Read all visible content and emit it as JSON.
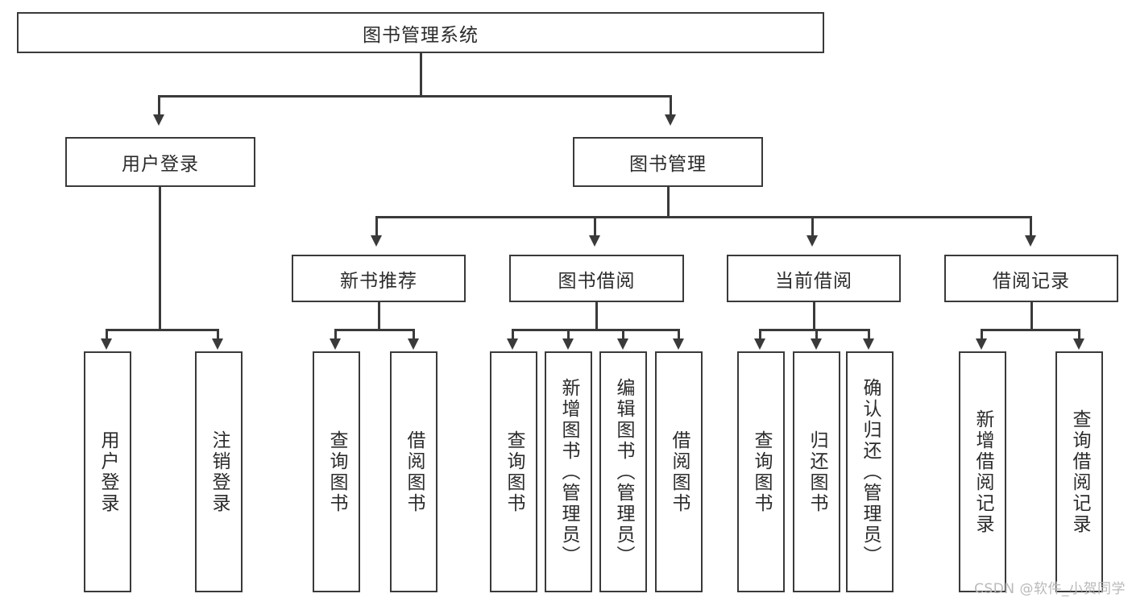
{
  "diagram": {
    "title": "图书管理系统",
    "type": "tree-hierarchy",
    "root": {
      "label": "图书管理系统"
    },
    "level2": [
      {
        "label": "用户登录"
      },
      {
        "label": "图书管理"
      }
    ],
    "level3": [
      {
        "label": "新书推荐"
      },
      {
        "label": "图书借阅"
      },
      {
        "label": "当前借阅"
      },
      {
        "label": "借阅记录"
      }
    ],
    "leaves": {
      "user_login": [
        {
          "label": "用户登录"
        },
        {
          "label": "注销登录"
        }
      ],
      "new_book_recommend": [
        {
          "label": "查询图书"
        },
        {
          "label": "借阅图书"
        }
      ],
      "book_borrow": [
        {
          "label": "查询图书"
        },
        {
          "label": "新增图书（管理员）"
        },
        {
          "label": "编辑图书（管理员）"
        },
        {
          "label": "借阅图书"
        }
      ],
      "current_borrow": [
        {
          "label": "查询图书"
        },
        {
          "label": "归还图书"
        },
        {
          "label": "确认归还（管理员）"
        }
      ],
      "borrow_record": [
        {
          "label": "新增借阅记录"
        },
        {
          "label": "查询借阅记录"
        }
      ]
    }
  },
  "watermark": {
    "text": "CSDN @软件_小贺同学"
  },
  "colors": {
    "stroke": "#3a3a3a",
    "text": "#2b2b2b",
    "background": "#ffffff",
    "watermark": "#b9b9b9"
  }
}
